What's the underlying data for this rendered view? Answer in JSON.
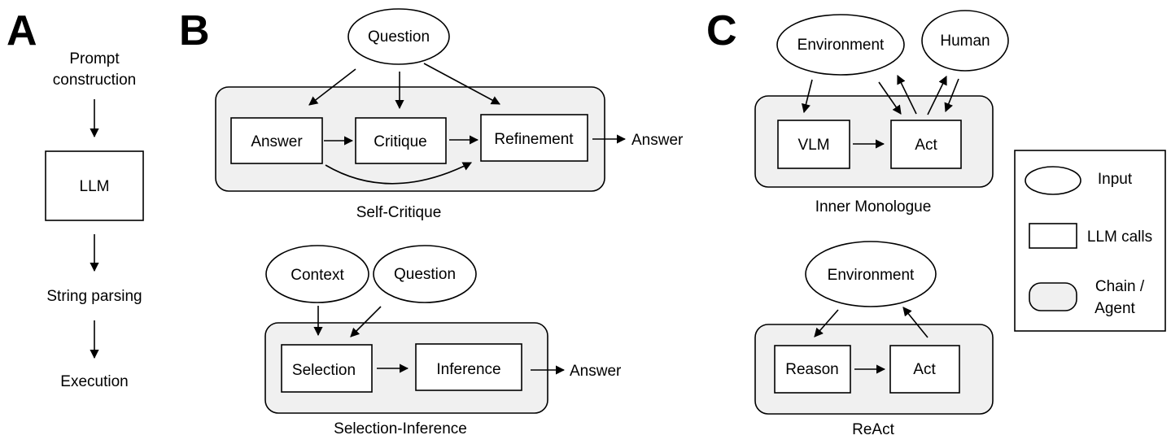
{
  "panels": {
    "a": {
      "letter": "A",
      "prompt_line1": "Prompt",
      "prompt_line2": "construction",
      "llm": "LLM",
      "parsing": "String parsing",
      "execution": "Execution"
    },
    "b": {
      "letter": "B",
      "self_critique": {
        "question": "Question",
        "answer": "Answer",
        "critique": "Critique",
        "refinement": "Refinement",
        "output": "Answer",
        "caption": "Self-Critique"
      },
      "selection_inference": {
        "context": "Context",
        "question": "Question",
        "selection": "Selection",
        "inference": "Inference",
        "output": "Answer",
        "caption": "Selection-Inference"
      }
    },
    "c": {
      "letter": "C",
      "inner_monologue": {
        "environment": "Environment",
        "human": "Human",
        "vlm": "VLM",
        "act": "Act",
        "caption": "Inner Monologue"
      },
      "react": {
        "environment": "Environment",
        "reason": "Reason",
        "act": "Act",
        "caption": "ReAct"
      }
    }
  },
  "legend": {
    "input": "Input",
    "llm_calls": "LLM calls",
    "chain_line1": "Chain /",
    "chain_line2": "Agent"
  }
}
